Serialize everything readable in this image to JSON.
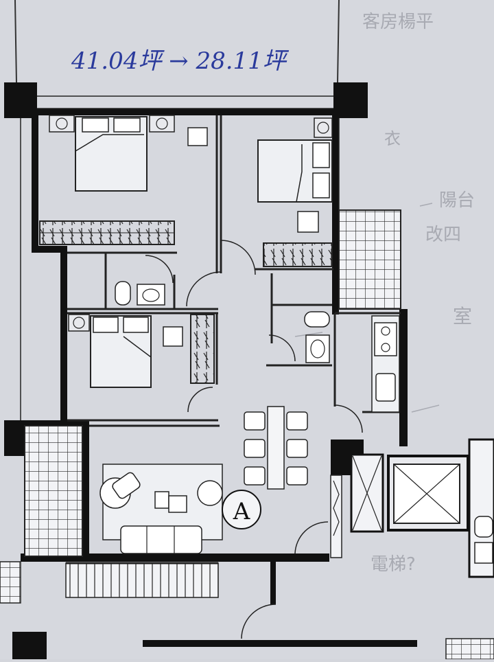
{
  "annotation": {
    "area_text": "41.04坪 → 28.11坪"
  },
  "unit_label": "A",
  "pencil_notes": [
    "客房楊平",
    "衣",
    "陽台",
    "改四",
    "室",
    "電梯?"
  ]
}
